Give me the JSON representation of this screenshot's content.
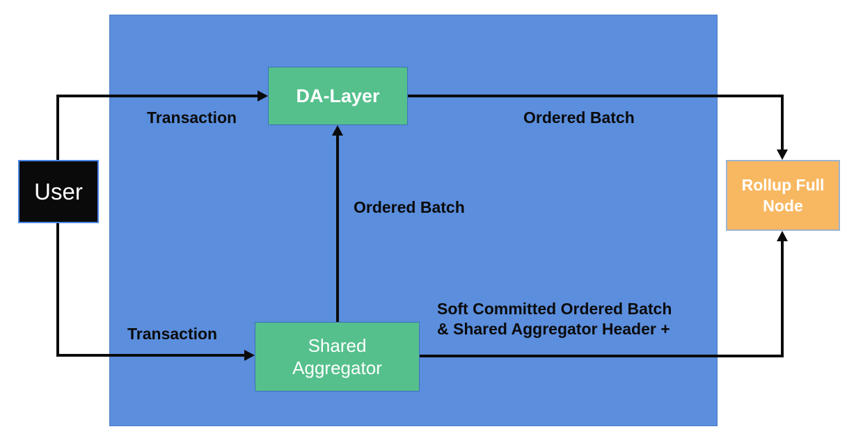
{
  "diagram": {
    "nodes": {
      "user": {
        "label": "User"
      },
      "da_layer": {
        "label": "DA-Layer"
      },
      "shared_aggregator": {
        "label": "Shared\nAggregator"
      },
      "rollup_full_node": {
        "label": "Rollup Full\nNode"
      }
    },
    "edges": {
      "user_to_da_layer": {
        "label": "Transaction"
      },
      "user_to_shared_aggregator": {
        "label": "Transaction"
      },
      "da_layer_to_rollup_full_node": {
        "label": "Ordered Batch"
      },
      "shared_aggregator_to_da_layer": {
        "label": "Ordered Batch"
      },
      "shared_aggregator_to_rollup_full_node": {
        "label": "Soft Committed Ordered Batch\n& Shared Aggregator Header +"
      }
    },
    "colors": {
      "canvas_bg": "#ffffff",
      "blue": "#5b8edd",
      "green": "#55c08c",
      "orange": "#f8b862",
      "line": "#0b0b0b",
      "label_text": "#0b0b0b",
      "user_fill": "#0a0a0a",
      "user_border": "#4a86e8",
      "rollup_border": "#9db3d0"
    }
  }
}
